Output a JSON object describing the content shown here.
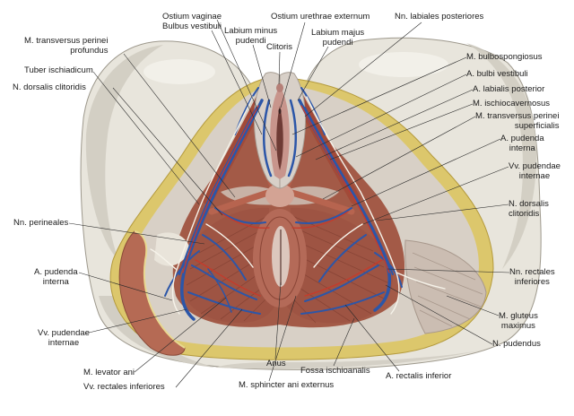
{
  "labels": {
    "ostium_vaginae": "Ostium vaginae",
    "bulbus_vestibuli": "Bulbus vestibuli",
    "ostium_urethrae_externum": "Ostium urethrae externum",
    "nn_labiales_posteriores": "Nn. labiales posteriores",
    "labium_minus_pudendi": [
      "Labium minus",
      "pudendi"
    ],
    "labium_majus_pudendi": [
      "Labium majus",
      "pudendi"
    ],
    "clitoris": "Clitoris",
    "m_transversus_perinei_profundus": [
      "M. transversus perinei",
      "profundus"
    ],
    "tuber_ischiadicum": "Tuber ischiadicum",
    "n_dorsalis_clitoridis_left": "N. dorsalis clitoridis",
    "m_bulbospongiosus": "M. bulbospongiosus",
    "a_bulbi_vestibuli": "A. bulbi vestibuli",
    "a_labialis_posterior": "A. labialis posterior",
    "m_ischiocavernosus": "M. ischiocavernosus",
    "m_transversus_perinei_superficialis": [
      "M. transversus perinei",
      "superficialis"
    ],
    "a_pudenda_interna_right": [
      "A. pudenda",
      "interna"
    ],
    "vv_pudendae_internae_right": [
      "Vv. pudendae",
      "internae"
    ],
    "n_dorsalis_clitoridis_right": [
      "N. dorsalis",
      "clitoridis"
    ],
    "nn_perineales": "Nn. perineales",
    "a_pudenda_interna_left": [
      "A. pudenda",
      "interna"
    ],
    "nn_rectales_inferiores": [
      "Nn. rectales",
      "inferiores"
    ],
    "vv_pudendae_internae_left": [
      "Vv. pudendae",
      "internae"
    ],
    "m_gluteus_maximus": [
      "M. gluteus",
      "maximus"
    ],
    "n_pudendus": "N. pudendus",
    "m_levator_ani": "M. levator ani",
    "vv_rectales_inferiores": "Vv. rectales inferiores",
    "anus": "Anus",
    "fossa_ischioanalis": "Fossa ischioanalis",
    "a_rectalis_inferior": "A. rectalis inferior",
    "m_sphincter_ani_externus": "M. sphincter ani externus"
  },
  "colors": {
    "vein": "#2c56a8",
    "artery": "#c63a2b",
    "nerve": "#f6f3ea",
    "muscle": "#a35a47",
    "fat": "#dcc76c",
    "skin": "#e8e5dc",
    "label_text": "#1b1b1b"
  }
}
